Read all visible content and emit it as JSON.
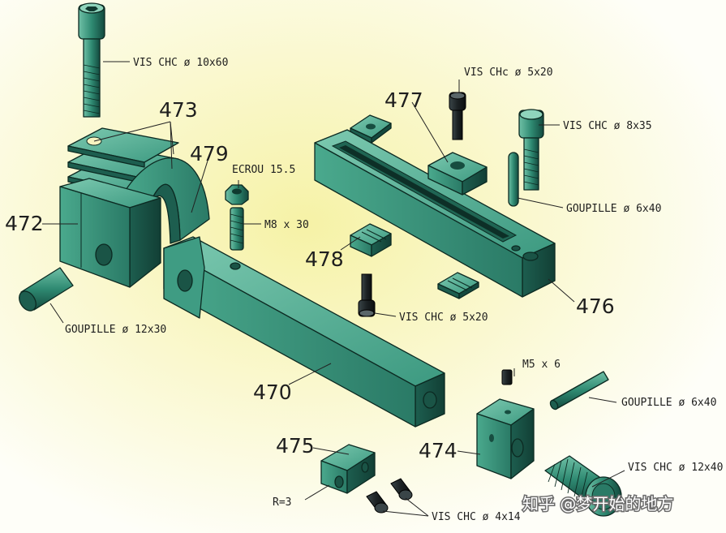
{
  "parts": {
    "p470": "470",
    "p472": "472",
    "p473": "473",
    "p474": "474",
    "p475": "475",
    "p476": "476",
    "p477": "477",
    "p478": "478",
    "p479": "479"
  },
  "labels": {
    "vis_10x60": "VIS CHC ø 10x60",
    "vis_5x20_top": "VIS CHc ø 5x20",
    "vis_8x35": "VIS CHC ø 8x35",
    "ecrou": "ECROU 15.5",
    "m8x30": "M8 x 30",
    "goupille_6x40_top": "GOUPILLE ø 6x40",
    "vis_5x20_mid": "VIS CHC ø 5x20",
    "goupille_12x30": "GOUPILLE ø 12x30",
    "m5x6": "M5 x 6",
    "goupille_6x40_bottom": "GOUPILLE ø 6x40",
    "vis_12x40": "VIS CHC ø 12x40",
    "r3": "R=3",
    "vis_4x14": "VIS CHC ø 4x14"
  },
  "watermark": "知乎 @梦开始的地方",
  "colors": {
    "metal_light": "#3f9c83",
    "metal_mid": "#2a7a66",
    "metal_dark": "#14493e",
    "screw_dark": "#20272a",
    "background_glow": "#f6f2a6"
  }
}
